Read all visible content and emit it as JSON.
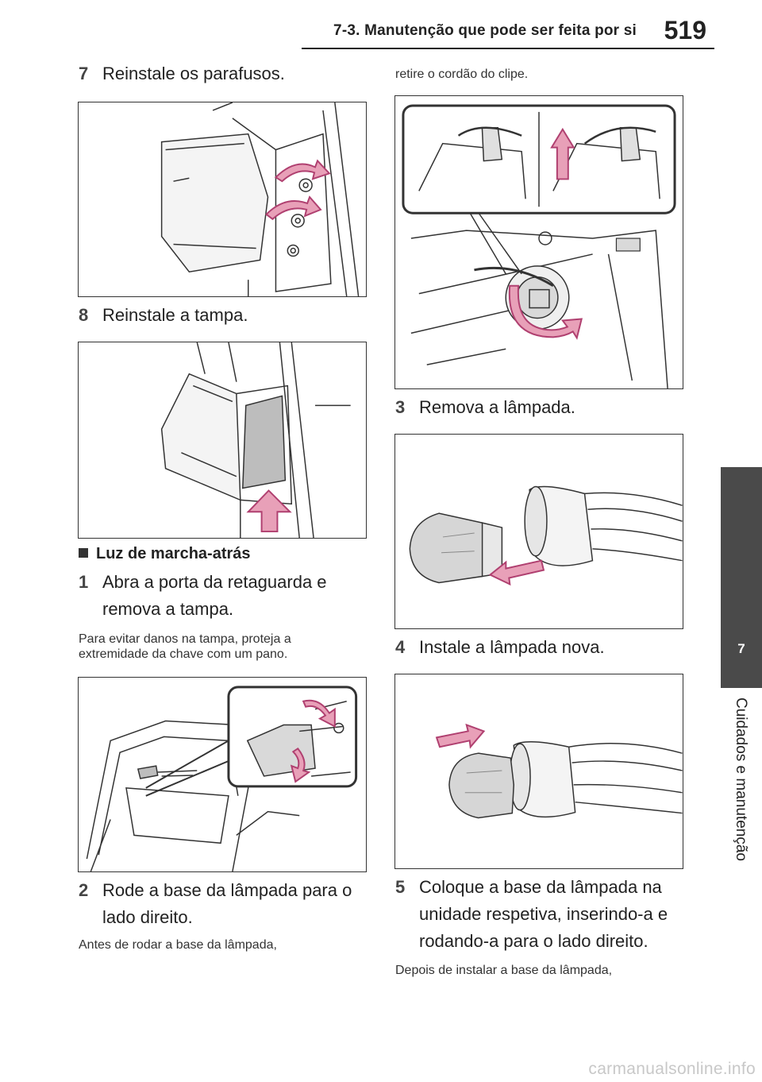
{
  "header": {
    "section_title": "7-3. Manutenção que pode ser feita por si",
    "page_number": "519"
  },
  "side_tab": {
    "chapter_number": "7",
    "chapter_label": "Cuidados e manutenção"
  },
  "left_column": {
    "step7": {
      "num": "7",
      "text": "Reinstale os parafusos."
    },
    "step8": {
      "num": "8",
      "text": "Reinstale a tampa."
    },
    "subheading": "Luz de marcha-atrás",
    "step1": {
      "num": "1",
      "text": "Abra a porta da retaguarda e remova a tampa."
    },
    "note1": "Para evitar danos na tampa, proteja a extremidade da chave com um pano.",
    "step2": {
      "num": "2",
      "text": "Rode a base da lâmpada para o lado direito."
    },
    "note2": "Antes de rodar a base da lâmpada,"
  },
  "right_column": {
    "note_cont": "retire o cordão do clipe.",
    "step3": {
      "num": "3",
      "text": "Remova a lâmpada."
    },
    "step4": {
      "num": "4",
      "text": "Instale a lâmpada nova."
    },
    "step5": {
      "num": "5",
      "text": "Coloque a base da lâmpada na unidade respetiva, inserindo-a e rodando-a para o lado direito."
    },
    "note3": "Depois de instalar a base da lâmpada,"
  },
  "colors": {
    "arrow_pink": "#e8a0b8",
    "arrow_stroke": "#b04070",
    "bulb_gray": "#d6d6d6",
    "tab_gray": "#4a4a4a"
  },
  "watermark": "carmanualsonline.info"
}
